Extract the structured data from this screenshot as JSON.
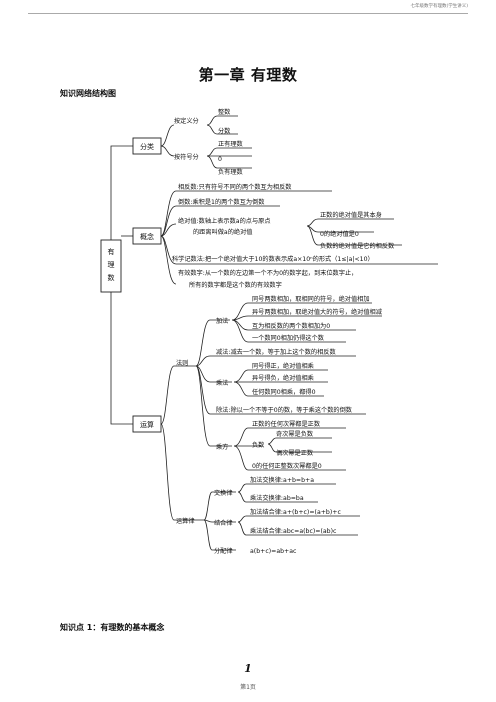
{
  "header": {
    "text": "七年级数学有理数(学生讲义)"
  },
  "title": "第一章  有理数",
  "section1": "知识网络结构图",
  "section2": "知识点 1：有理数的基本概念",
  "map": {
    "root": "有理数",
    "l1": {
      "classify": "分类",
      "concept": "概念",
      "ops": "运算"
    },
    "classify": {
      "by_def": "按定义分",
      "integer": "整数",
      "fraction": "分数",
      "by_sign": "按符号分",
      "pos": "正有理数",
      "zero": "0",
      "neg": "负有理数"
    },
    "concept": {
      "opposite": "相反数:只有符号不同的两个数互为相反数",
      "reciprocal": "倒数:乘积是1的两个数互为倒数",
      "abs_1": "绝对值:数轴上表示数a的点与原点",
      "abs_2": "的距离叫做a的绝对值",
      "abs_pos": "正数的绝对值是其本身",
      "abs_zero": "0的绝对值是0",
      "abs_neg": "负数的绝对值是它的相反数",
      "sci": "科学记数法:把一个绝对值大于10的数表示成a×10ⁿ的形式（1≤|a|<10）",
      "sig_1": "有效数字:从一个数的左边第一个不为0的数字起，到末位数字止，",
      "sig_2": "所有的数字都是这个数的有效数字"
    },
    "ops": {
      "rules": "法则",
      "add": "加法",
      "add_1": "同号两数相加，取相同的符号，绝对值相加",
      "add_2": "异号两数相加，取绝对值大的符号，绝对值相减",
      "add_3": "互为相反数的两个数相加为0",
      "add_4": "一个数同0相加仍得这个数",
      "sub": "减法:减去一个数，等于加上这个数的相反数",
      "mul": "乘法",
      "mul_1": "同号得正，绝对值相乘",
      "mul_2": "异号得负，绝对值相乘",
      "mul_3": "任何数同0相乘，都得0",
      "div": "除法:除以一个不等于0的数，等于乘这个数的倒数",
      "pow": "乘方",
      "pow_1": "正数的任何次幂都是正数",
      "pow_neg": "负数",
      "pow_odd": "奇次幂是负数",
      "pow_even": "偶次幂是正数",
      "pow_3": "0的任何正整数次幂都是0",
      "laws": "运算律",
      "comm": "交换律",
      "comm_add": "加法交换律:a+b=b+a",
      "comm_mul": "乘法交换律:ab=ba",
      "assoc": "结合律",
      "assoc_add": "加法结合律:a+(b+c)=(a+b)+c",
      "assoc_mul": "乘法结合律:abc=a(bc)=(ab)c",
      "dist": "分配律",
      "dist_f": "a(b+c)=ab+ac"
    }
  },
  "page_number": "1",
  "footer": "第1页"
}
